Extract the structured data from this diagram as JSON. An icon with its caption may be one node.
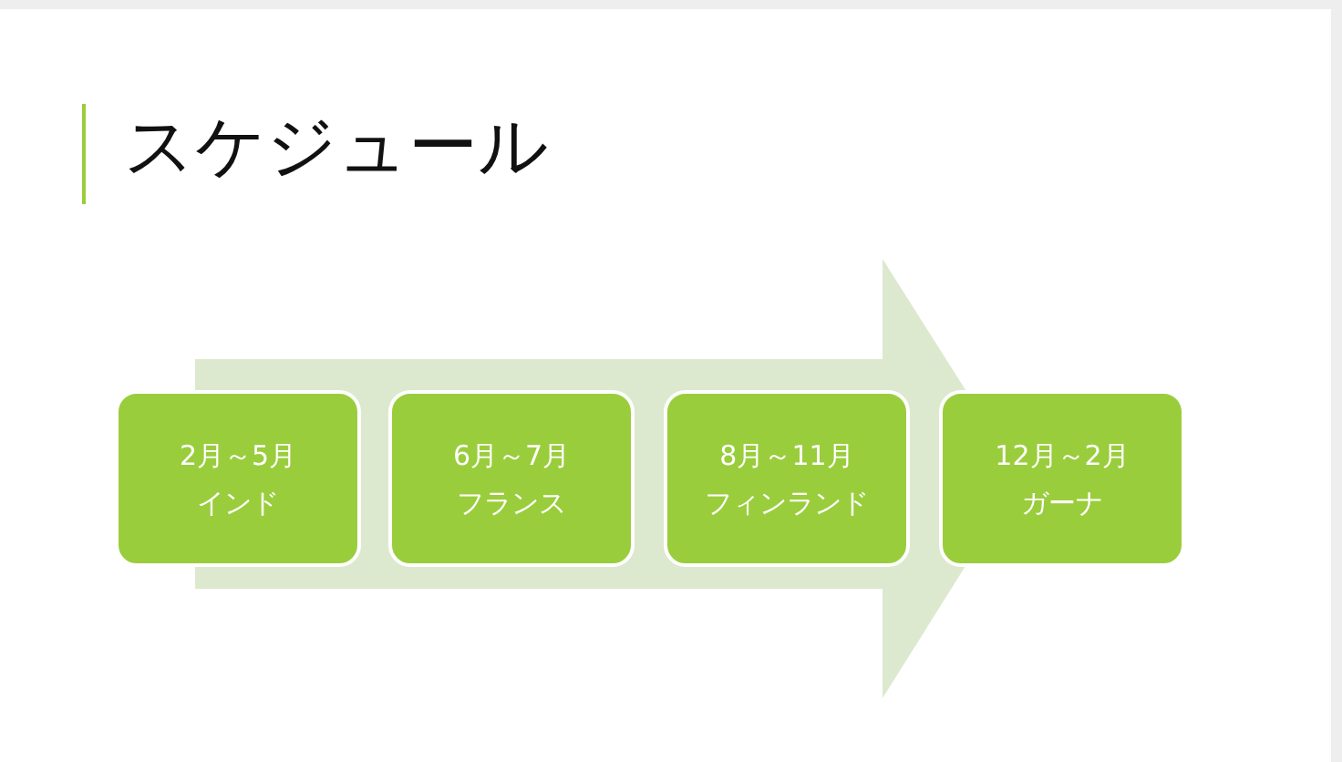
{
  "diagram": {
    "title": "スケジュール",
    "nodes": [
      {
        "text": [
          "2月～5月",
          "インド"
        ]
      },
      {
        "text": [
          "6月～7月",
          "フランス"
        ]
      },
      {
        "text": [
          "8月～11月",
          "フィンランド"
        ]
      },
      {
        "text": [
          "12月～2月",
          "ガーナ"
        ]
      }
    ]
  }
}
